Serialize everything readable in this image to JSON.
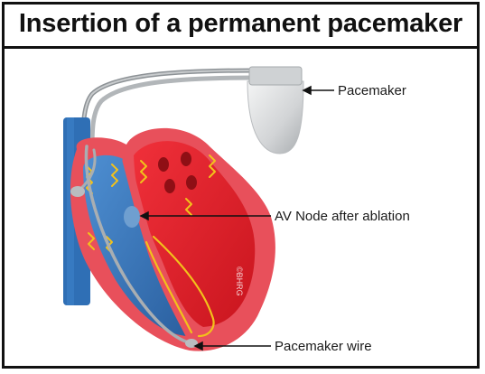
{
  "title": "Insertion of a permanent pacemaker",
  "labels": {
    "pacemaker": "Pacemaker",
    "av_node": "AV Node after ablation",
    "pacemaker_wire": "Pacemaker wire"
  },
  "watermark": "©BHRG",
  "colors": {
    "heart_outer": "#e8505b",
    "left_chamber": "#e0262c",
    "right_chamber": "#3b7bc0",
    "vessel": "#2f6fb5",
    "wire": "#a9aeb2",
    "signal": "#f2c21b",
    "device": "#d6d8d9"
  }
}
